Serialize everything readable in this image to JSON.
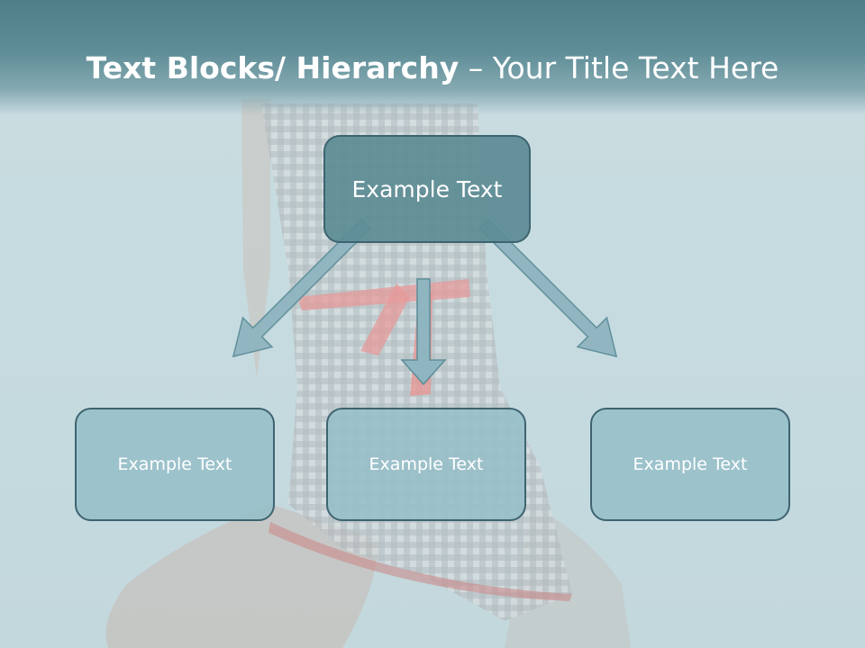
{
  "title": {
    "bold_part": "Text Blocks/ Hierarchy",
    "rest_part": " – Your Title Text Here"
  },
  "diagram": {
    "top_box": "Example Text",
    "child_boxes": [
      "Example Text",
      "Example Text",
      "Example Text"
    ]
  },
  "colors": {
    "title_band": "#4f7e88",
    "top_box_fill": "#5e8c94",
    "child_box_fill": "#96bec8",
    "box_border": "#3d6470",
    "arrow_fill": "#8fb5c0",
    "background": "#c6dbe0"
  }
}
